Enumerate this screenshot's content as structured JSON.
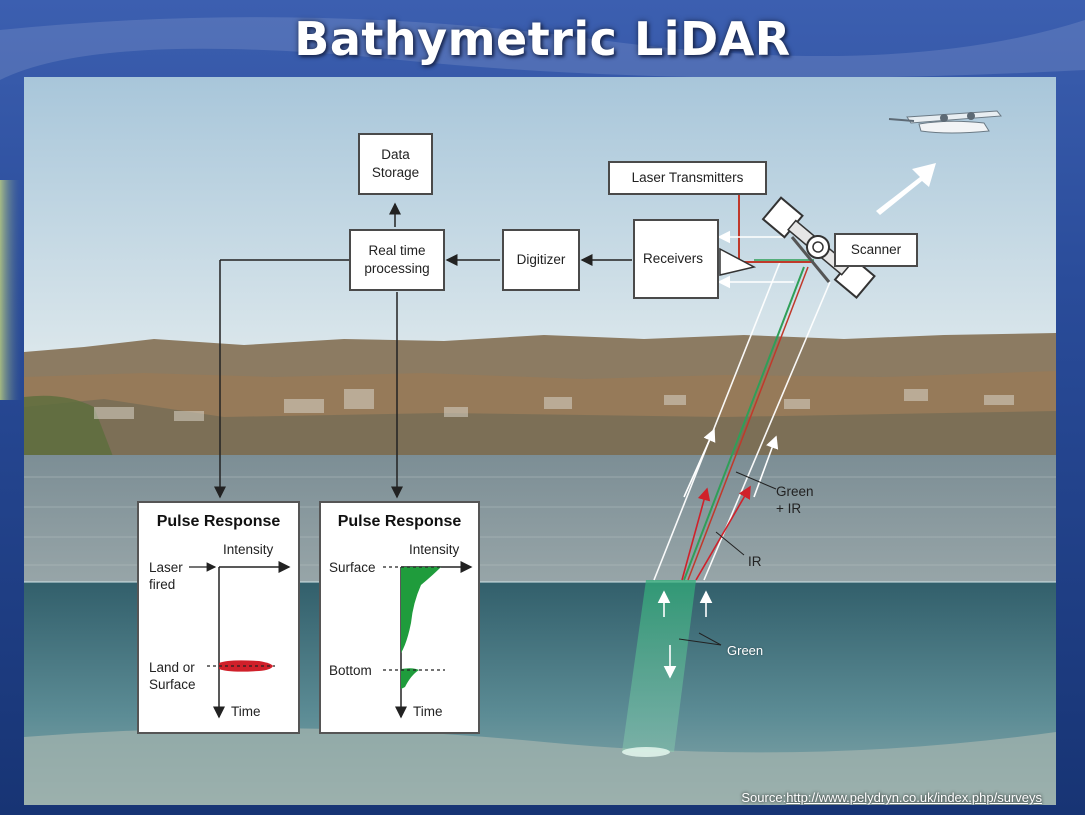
{
  "title": "Bathymetric LiDAR",
  "boxes": {
    "data_storage": "Data\nStorage",
    "realtime": "Real time\nprocessing",
    "digitizer": "Digitizer",
    "receivers": "Receivers",
    "laser_transmitters": "Laser Transmitters",
    "scanner": "Scanner"
  },
  "beam_labels": {
    "green_ir": "Green\n+ IR",
    "ir": "IR",
    "green": "Green"
  },
  "panel_left": {
    "title": "Pulse Response",
    "intensity": "Intensity",
    "laser_fired": "Laser\nfired",
    "land_surface": "Land or\nSurface",
    "time": "Time"
  },
  "panel_right": {
    "title": "Pulse Response",
    "intensity": "Intensity",
    "surface": "Surface",
    "bottom": "Bottom",
    "time": "Time"
  },
  "source": {
    "prefix": "Source:",
    "link": "http://www.pelydryn.co.uk/index.php/surveys"
  },
  "colors": {
    "green_pulse": "#1f9c3c",
    "red_pulse": "#d0202a",
    "water": "#3f7f8c",
    "sky": "#c9dde8"
  }
}
